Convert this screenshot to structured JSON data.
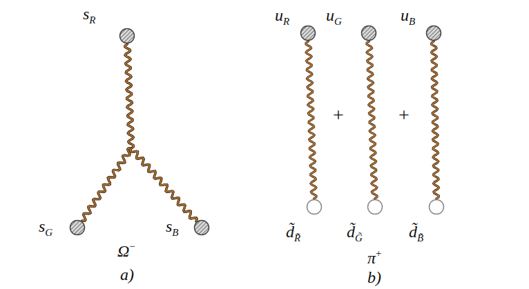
{
  "diagram": {
    "nodes": [
      {
        "text": [
          "sR"
        ]
      },
      {
        "text": [
          "sG"
        ]
      },
      {
        "text": [
          "sB"
        ]
      },
      {
        "text": [
          "uR"
        ]
      },
      {
        "text": [
          "d̃R̃"
        ]
      },
      {
        "text": [
          "uG"
        ]
      },
      {
        "text": [
          "d̃G̃"
        ]
      },
      {
        "text": [
          "uB"
        ]
      },
      {
        "text": [
          "d̃B̃"
        ]
      }
    ],
    "edges": [
      {
        "from": 0,
        "to": 1,
        "arrow": "none"
      },
      {
        "from": 0,
        "to": 2,
        "arrow": "none"
      },
      {
        "from": 1,
        "to": 2,
        "arrow": "none"
      },
      {
        "from": 3,
        "to": 4,
        "arrow": "none"
      },
      {
        "from": 5,
        "to": 6,
        "arrow": "none"
      },
      {
        "from": 7,
        "to": 8,
        "arrow": "none"
      }
    ],
    "labels": [
      "Ω−",
      "a)",
      "+",
      "+",
      "π+",
      "b)"
    ]
  }
}
